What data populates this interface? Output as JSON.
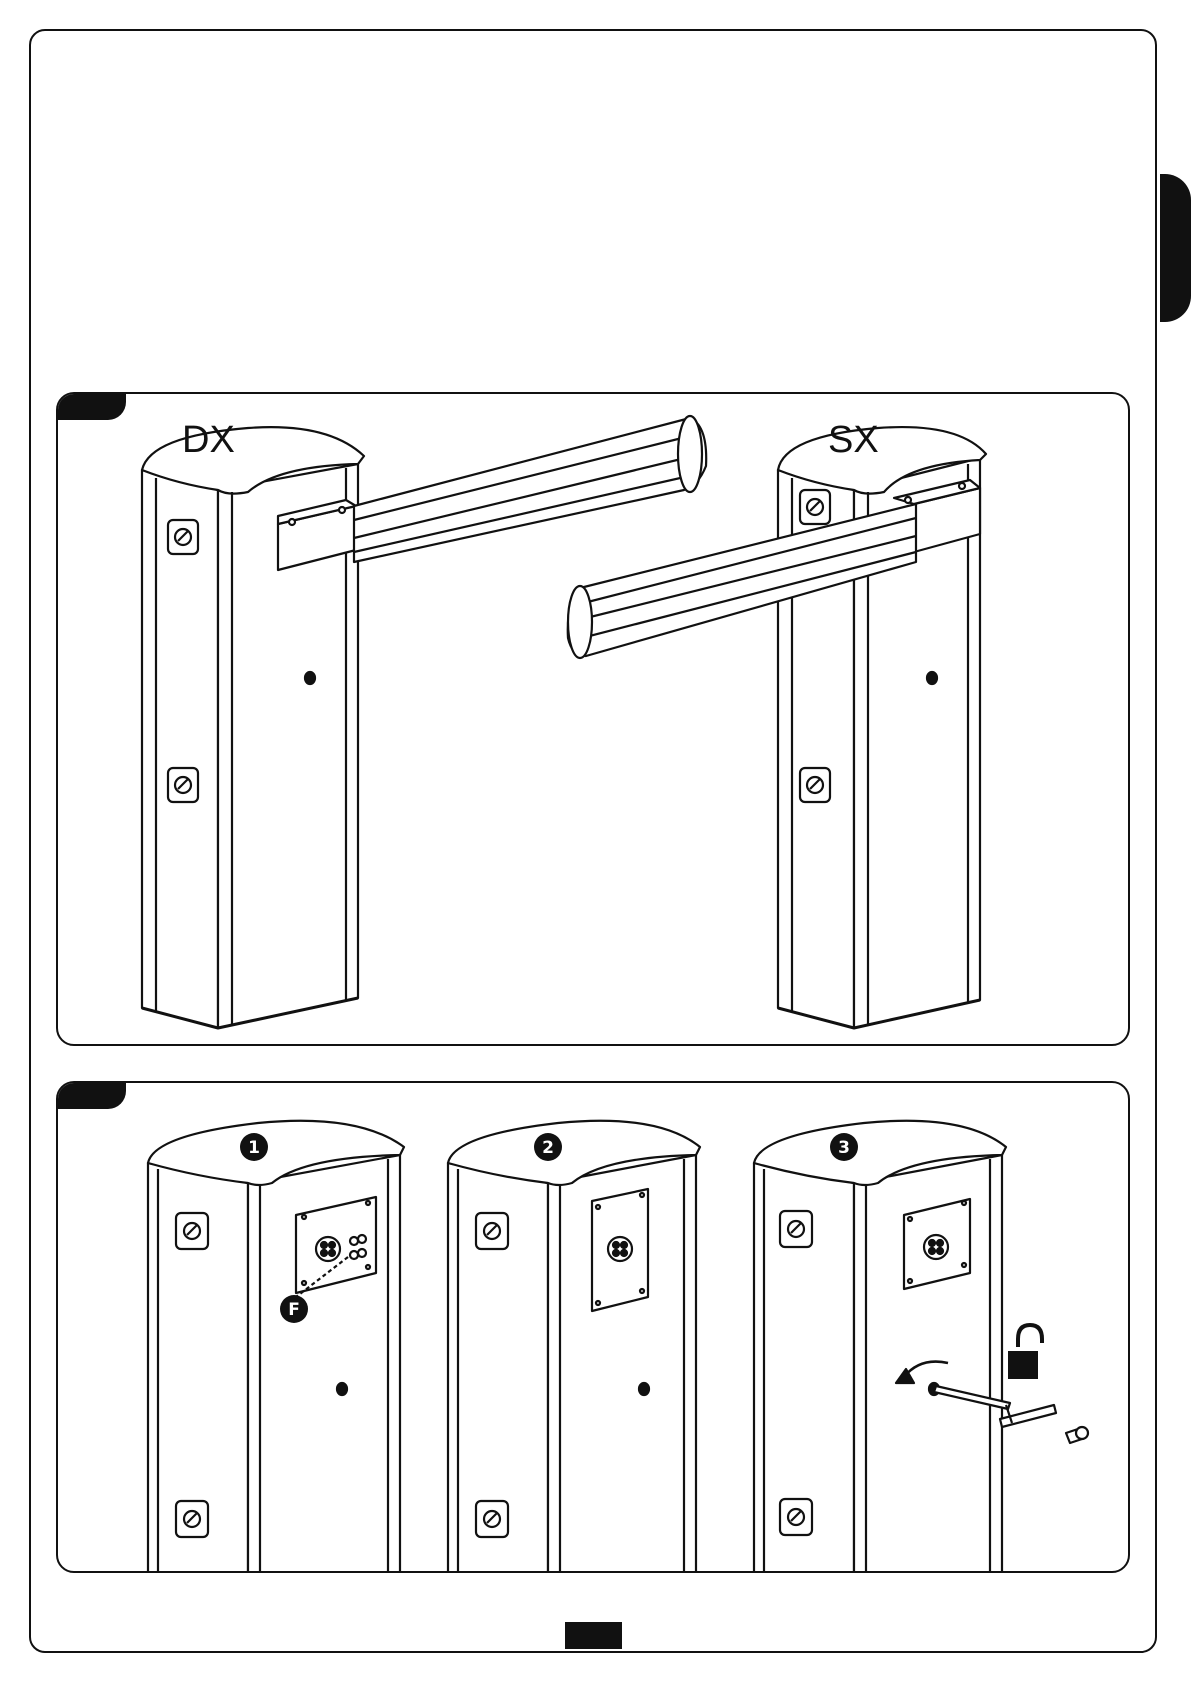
{
  "figure_1": {
    "left_pillar_label": "DX",
    "right_pillar_label": "SX"
  },
  "figure_2": {
    "steps": [
      "1",
      "2",
      "3"
    ],
    "callout_letter": "F"
  },
  "icons": {
    "side_tab": "section-tab",
    "unlock": "padlock-open-icon",
    "rotate": "rotate-arrow-icon",
    "release_key": "triangular-key-icon"
  }
}
